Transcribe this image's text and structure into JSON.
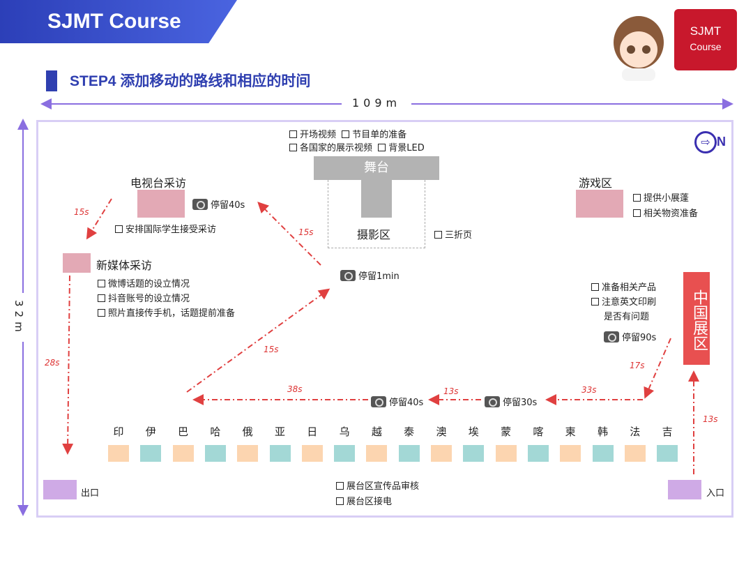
{
  "header": {
    "brand": "SJMT Course",
    "logo_line1": "SJMT",
    "logo_line2": "Course",
    "step_title": "STEP4 添加移动的路线和相应的时间"
  },
  "dimensions": {
    "width": "109m",
    "height": "32m"
  },
  "compass": "N",
  "stage": {
    "label": "舞台",
    "checklist": [
      "开场视频",
      "节目单的准备",
      "各国家的展示视频",
      "背景LED"
    ]
  },
  "photo_zone": {
    "label": "摄影区",
    "note": "三折页",
    "stop": "停留1min"
  },
  "tv": {
    "label": "电视台采访",
    "stop": "停留40s",
    "checklist": [
      "安排国际学生接受采访"
    ]
  },
  "new_media": {
    "label": "新媒体采访",
    "checklist": [
      "微博话题的设立情况",
      "抖音账号的设立情况",
      "照片直接传手机，话题提前准备"
    ]
  },
  "game": {
    "label": "游戏区",
    "checklist": [
      "提供小展蓬",
      "相关物资准备"
    ]
  },
  "china": {
    "label": "中国展区",
    "checklist": [
      "准备相关产品",
      "注意英文印刷",
      "是否有问题"
    ],
    "stop": "停留90s"
  },
  "stops": {
    "s40": "停留40s",
    "s30": "停留30s"
  },
  "routes": [
    "13s",
    "17s",
    "33s",
    "13s",
    "38s",
    "15s",
    "15s",
    "15s",
    "28s"
  ],
  "countries": [
    "印",
    "伊",
    "巴",
    "哈",
    "俄",
    "亚",
    "日",
    "乌",
    "越",
    "泰",
    "澳",
    "埃",
    "蒙",
    "喀",
    "柬",
    "韩",
    "法",
    "吉"
  ],
  "booth": {
    "checklist": [
      "展台区宣传品审核",
      "展台区接电"
    ]
  },
  "exit": "出口",
  "entrance": "入口",
  "colors": {
    "pink": "#e3a9b5",
    "orange": "#fcd5b0",
    "teal": "#a3d8d6",
    "purple": "#cfaae6",
    "red": "#e85050",
    "route": "#e04040"
  }
}
